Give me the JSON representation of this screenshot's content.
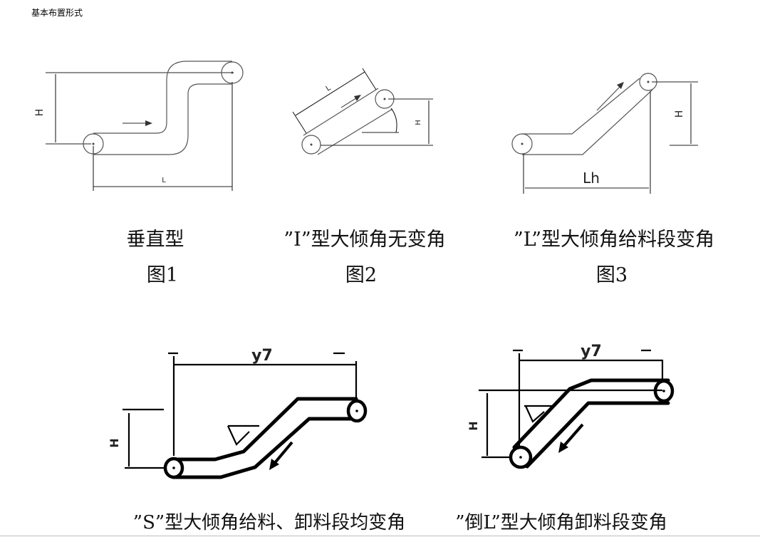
{
  "header": {
    "title": "基本布置形式"
  },
  "figures": [
    {
      "id": "fig1",
      "caption": "垂直型",
      "number": "图1",
      "dim_h": "H",
      "dim_l": "L"
    },
    {
      "id": "fig2",
      "caption": "”I”型大倾角无变角",
      "number": "图2",
      "dim_h": "H",
      "dim_l": "L"
    },
    {
      "id": "fig3",
      "caption": "”L”型大倾角给料段变角",
      "number": "图3",
      "dim_h": "H",
      "dim_l": "Lh"
    },
    {
      "id": "fig4",
      "caption": "”S”型大倾角给料、卸料段均变角",
      "dim_h": "H",
      "dim_top": "y7"
    },
    {
      "id": "fig5",
      "caption": "”倒L”型大倾角卸料段变角",
      "dim_h": "H",
      "dim_top": "y7"
    }
  ],
  "colors": {
    "line": "#000000",
    "light_line": "#555555",
    "background": "#ffffff"
  }
}
